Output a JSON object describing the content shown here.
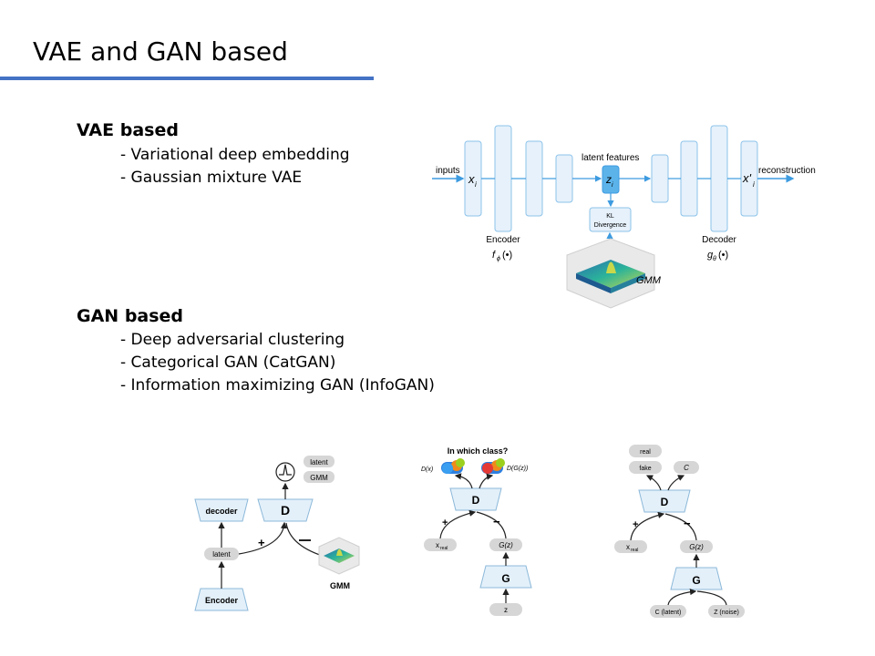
{
  "slide": {
    "title": "VAE and GAN based",
    "accent_color": "#4472c4"
  },
  "vae_section": {
    "heading": "VAE based",
    "items": [
      "- Variational deep embedding",
      "- Gaussian mixture VAE"
    ]
  },
  "gan_section": {
    "heading": "GAN based",
    "items": [
      "- Deep adversarial clustering",
      "- Categorical GAN (CatGAN)",
      "- Information maximizing GAN (InfoGAN)"
    ]
  },
  "vae_diagram": {
    "inputs": "inputs",
    "x_in": "x",
    "x_in_sub": "i",
    "latent_features": "latent features",
    "z": "z",
    "z_sub": "i",
    "x_out": "x'",
    "x_out_sub": "i",
    "reconstruction": "reconstruction",
    "kl_line1": "KL",
    "kl_line2": "Divergence",
    "encoder": "Encoder",
    "encoder_fn": "f",
    "encoder_fn_sub": "ϕ",
    "encoder_fn_arg": "(•)",
    "decoder": "Decoder",
    "decoder_fn": "g",
    "decoder_fn_sub": "θ",
    "decoder_fn_arg": "(•)",
    "gmm": "GMM"
  },
  "dac_diagram": {
    "latent_tag": "latent",
    "gmm_tag": "GMM",
    "decoder": "decoder",
    "d": "D",
    "latent": "latent",
    "encoder": "Encoder",
    "plus": "+",
    "gmm": "GMM"
  },
  "catgan_diagram": {
    "question": "In which class?",
    "d_x": "D(x)",
    "d_gz": "D(G(z))",
    "d": "D",
    "plus": "+",
    "minus": "−",
    "x_real": "x",
    "x_real_sub": "real",
    "gz": "G(z)",
    "g": "G",
    "z": "z"
  },
  "infogan_diagram": {
    "real": "real",
    "fake": "fake",
    "c": "C",
    "d": "D",
    "plus": "+",
    "minus": "−",
    "x_real": "x",
    "x_real_sub": "real",
    "gz": "G(z)",
    "g": "G",
    "c_latent": "C (latent)",
    "z_noise": "Z (noise)"
  }
}
